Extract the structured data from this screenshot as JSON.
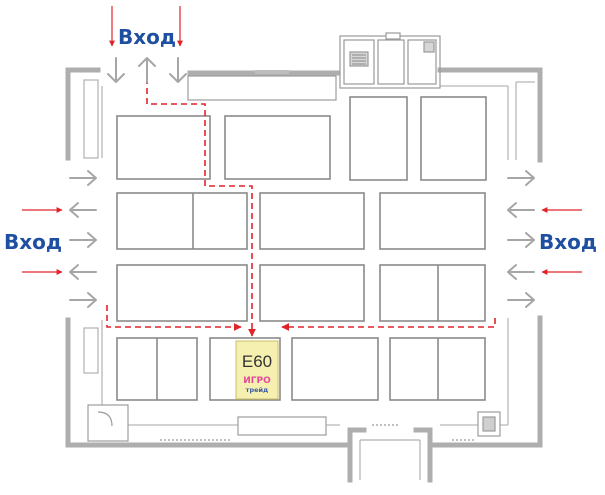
{
  "entrances": {
    "top": "Вход",
    "left": "Вход",
    "right": "Вход"
  },
  "booth": {
    "code": "E60",
    "logo_word_top": "ИГРО",
    "logo_word_bottom": "трейд"
  },
  "colors": {
    "wall": "#aeaeae",
    "stand": "#8a8a8a",
    "entrance_text": "#1f4fa0",
    "route": "#e0242a",
    "booth_fill": "#f5efb0"
  }
}
